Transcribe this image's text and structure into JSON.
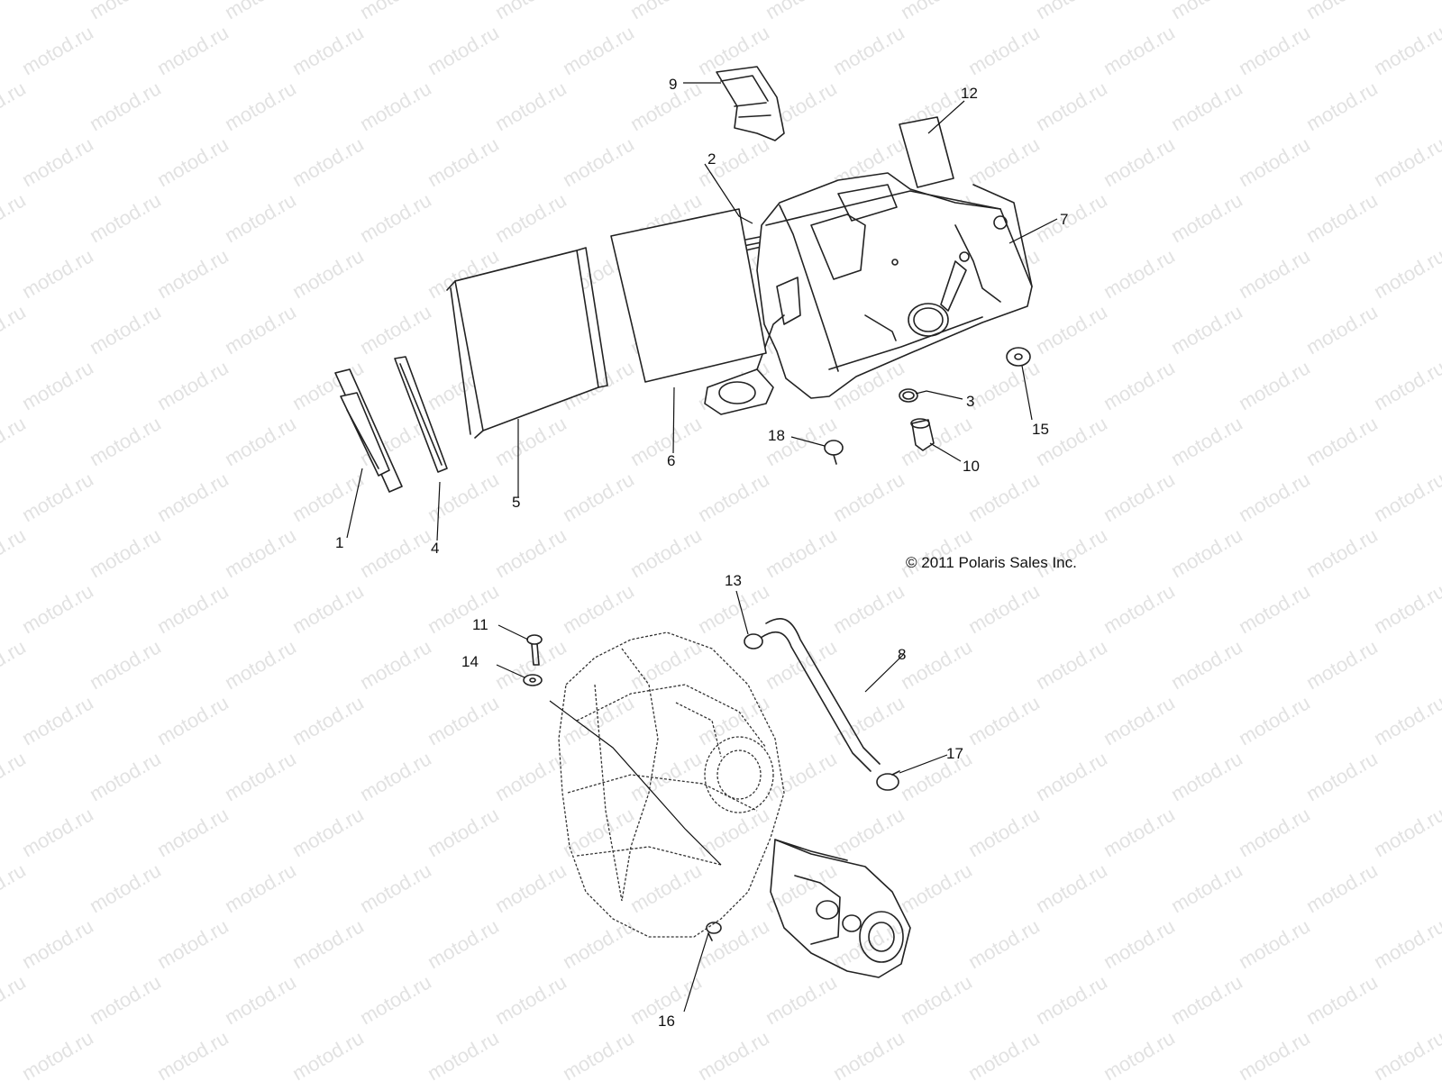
{
  "watermark": "motod.ru",
  "copyright": "© 2011 Polaris Sales Inc.",
  "callouts": [
    {
      "id": "1",
      "label": "1"
    },
    {
      "id": "2",
      "label": "2"
    },
    {
      "id": "3",
      "label": "3"
    },
    {
      "id": "4",
      "label": "4"
    },
    {
      "id": "5",
      "label": "5"
    },
    {
      "id": "6",
      "label": "6"
    },
    {
      "id": "7",
      "label": "7"
    },
    {
      "id": "8",
      "label": "8"
    },
    {
      "id": "9",
      "label": "9"
    },
    {
      "id": "10",
      "label": "10"
    },
    {
      "id": "11",
      "label": "11"
    },
    {
      "id": "12",
      "label": "12"
    },
    {
      "id": "13",
      "label": "13"
    },
    {
      "id": "14",
      "label": "14"
    },
    {
      "id": "15",
      "label": "15"
    },
    {
      "id": "16",
      "label": "16"
    },
    {
      "id": "17",
      "label": "17"
    },
    {
      "id": "18",
      "label": "18"
    }
  ]
}
